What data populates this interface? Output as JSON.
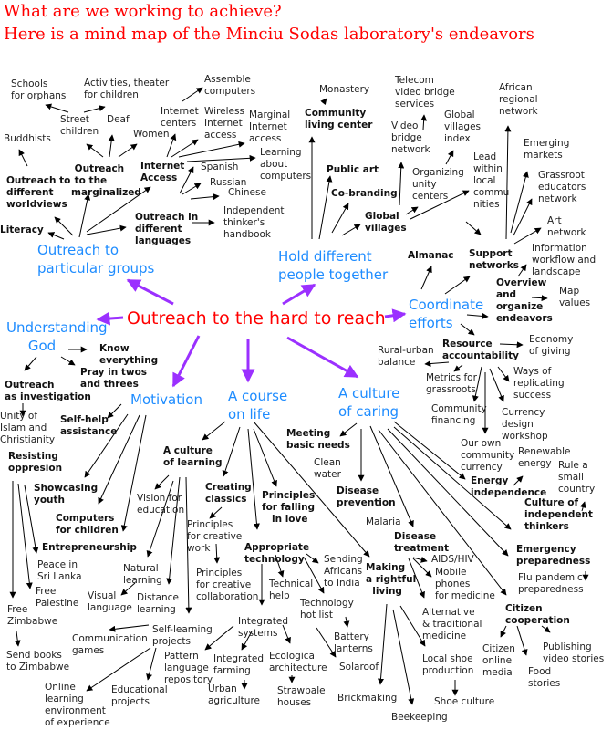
{
  "header": {
    "line1": "What are we working to achieve?",
    "line2": "Here is a mind map of the Minciu Sodas laboratory's endeavors"
  },
  "center": "Outreach to the hard to reach",
  "colors": {
    "title": "#ff0000",
    "branch": "#1e8cff",
    "arrow_main": "#9b30ff",
    "arrow": "#000000"
  },
  "branches": {
    "groups": "Outreach to\nparticular groups",
    "hold": "Hold different\npeople together",
    "coord": "Coordinate\nefforts",
    "god": "Understanding\n     God",
    "motivation": "Motivation",
    "course": "A course\non life",
    "caring": "A culture\nof caring"
  },
  "nodes": {
    "schools": "Schools\nfor orphans",
    "activities": "Activities, theater\nfor children",
    "assemble": "Assemble\ncomputers",
    "street": "Street\nchildren",
    "deaf": "Deaf",
    "women": "Women",
    "icenters": "Internet\ncenters",
    "wireless": "Wireless\nInternet\naccess",
    "marginal": "Marginal\nInternet\naccess",
    "buddhists": "Buddhists",
    "marginalized": " Outreach\n to the\nmarginalized",
    "iaccess": "Internet\nAccess",
    "spanish": "Spanish",
    "learncomp": "Learning\nabout\ncomputers",
    "russian": "Russian",
    "chinese": "Chinese",
    "worldviews": "Outreach to\ndifferent\nworldviews",
    "languages": "Outreach in\ndifferent\nlanguages",
    "handbook": "Independent\nthinker's\nhandbook",
    "literacy": "Literacy",
    "monastery": "Monastery",
    "community": "Community\nliving center",
    "telecom": "Telecom\nvideo bridge\nservices",
    "videobridge": "Video\nbridge\nnetwork",
    "gvindex": "Global\nvillages\nindex",
    "publicart": "Public art",
    "cobranding": "Co-branding",
    "unity": "Organizing\nunity\ncenters",
    "lead": "Lead\nwithin\nlocal\ncommu\nnities",
    "gvillages": "Global\nvillages",
    "african": "African\nregional\nnetwork",
    "emerging": "Emerging\nmarkets",
    "grassroot": "Grassroot\neducators\nnetwork",
    "art": "Art\nnetwork",
    "almanac": "Almanac",
    "support": "Support\nnetworks",
    "infoflow": "Information\nworkflow and\nlandscape",
    "overview": "Overview\nand\norganize\nendeavors",
    "mapvalues": "Map\nvalues",
    "resource": "Resource\naccountability",
    "economy": "Economy\nof giving",
    "rural": "Rural-urban\nbalance",
    "metrics": "Metrics for\ngrassroots",
    "ways": "Ways of\nreplicating\nsuccess",
    "commfin": "Community\nfinancing",
    "currency": "Currency\ndesign\nworkshop",
    "owncurrency": "Our own\ncommunity\ncurrency",
    "renewable": "Renewable\nenergy",
    "rule": "Rule a\nsmall\ncountry",
    "energy": "Energy\nindependence",
    "cultureind": "Culture of\nindependent\nthinkers",
    "know": "Know\neverything",
    "pray": "Pray in twos\nand threes",
    "investigation": "Outreach\nas investigation",
    "unityislam": "Unity of\nIslam and\nChristianity",
    "selfhelp": "Self-help\nassistance",
    "resisting": "Resisting\noppresion",
    "showcasing": "Showcasing\nyouth",
    "compchildren": "Computers\nfor children",
    "entrepreneurship": "Entrepreneurship",
    "srilanka": "Peace in\nSri Lanka",
    "palestine": "Free\nPalestine",
    "zimbabwe": "Free\nZimbabwe",
    "sendbooks": "Send books\nto Zimbabwe",
    "culturelearning": "A culture\nof learning",
    "vision": "Vision for\neducation",
    "classics": "Creating\nclassics",
    "creativework": "Principles\nfor creative\nwork",
    "fallinglove": "Principles\nfor falling\n   in love",
    "natural": "Natural\nlearning",
    "visual": "Visual\nlanguage",
    "distance": "Distance\nlearning",
    "collab": "Principles\nfor creative\ncollaboration",
    "approtech": "Appropriate\ntechnology",
    "techhelp": "Technical\nhelp",
    "selflearning": "Self-learning\nprojects",
    "commgames": "Communication\ngames",
    "integrated": "Integrated\nsystems",
    "online": "Online\nlearning\nenvironment\nof experience",
    "educational": "Educational\nprojects",
    "pattern": "Pattern\nlanguage\nrepository",
    "intfarming": "Integrated\nfarming",
    "urban": "Urban\nagriculture",
    "ecological": "Ecological\narchitecture",
    "strawbale": "Strawbale\nhouses",
    "meeting": "Meeting\nbasic needs",
    "cleanwater": "Clean\nwater",
    "diseaseprev": "Disease\nprevention",
    "malaria": "Malaria",
    "diseasetreat": "Disease\ntreatment",
    "aids": "AIDS/HIV",
    "mobile": "Mobile\nphones\nfor medicine",
    "sending": "Sending\nAfricans\nto India",
    "rightful": "Making\na rightful\n  living",
    "techhot": "Technology\nhot list",
    "alternative": "Alternative\n& traditional\nmedicine",
    "battery": "Battery\nlanterns",
    "solaroof": "Solaroof",
    "localshoe": "Local shoe\nproduction",
    "shoeculture": "Shoe culture",
    "brickmaking": "Brickmaking",
    "beekeeping": "Beekeeping",
    "emergency": "Emergency\npreparedness",
    "flu": "Flu pandemic\npreparedness",
    "citizen": "Citizen\ncooperation",
    "citizenmedia": "Citizen\nonline\nmedia",
    "food": "Food\nstories",
    "publishing": "Publishing\nvideo stories"
  }
}
